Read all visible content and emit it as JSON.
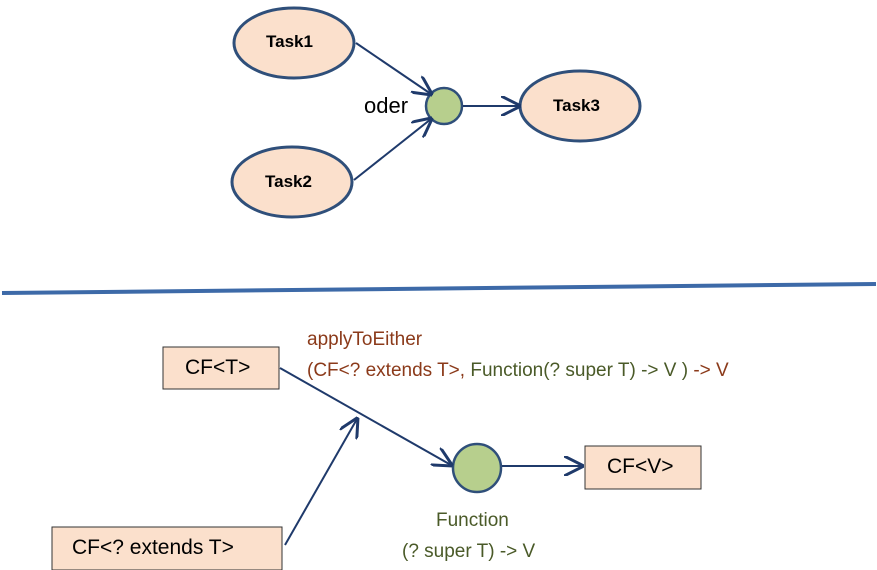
{
  "top_diagram": {
    "nodes": {
      "task1": "Task1",
      "task2": "Task2",
      "task3": "Task3"
    },
    "junction_label": "oder"
  },
  "bottom_diagram": {
    "boxes": {
      "cf_t": "CF<T>",
      "cf_extends_t": "CF<? extends T>",
      "cf_v": "CF<V>"
    },
    "method_label": {
      "line1": "applyToEither",
      "line2_part1": "(CF<? extends T>, ",
      "line2_part2": "Function(? super T) -> V )",
      "line2_part3": " -> V"
    },
    "function_label": {
      "line1": "Function",
      "line2": "(? super T) -> V"
    }
  },
  "colors": {
    "node_fill": "#fbe0cc",
    "node_stroke": "#2f4f7a",
    "junction_fill": "#b7cf8d",
    "arrow": "#1f3a6b",
    "separator": "#3d6aa8",
    "method_color": "#8b3a1a",
    "function_color": "#4a5a28"
  }
}
